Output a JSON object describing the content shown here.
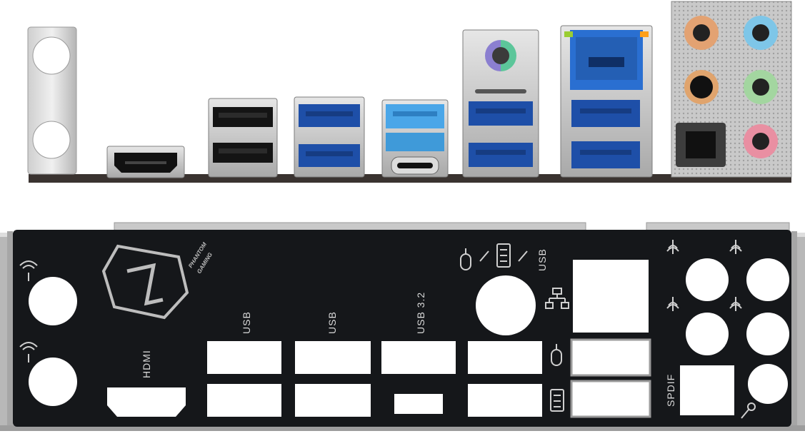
{
  "labels": {
    "hdmi": "HDMI",
    "usb_1": "USB",
    "usb_2": "USB",
    "usb_32": "USB 3.2",
    "usb_top": "USB",
    "spdif": "SPDIF"
  },
  "brand": {
    "line1": "PHANTOM",
    "line2": "GAMING"
  },
  "colors": {
    "usb3_blue": "#1e4fa8",
    "usb32_light_blue": "#4aa6e8",
    "ps2_purple": "#8b7fd0",
    "ps2_green": "#5cc69a",
    "ethernet_blue": "#2a6fd1",
    "audio_orange": "#e3a272",
    "audio_blue": "#7ec6e8",
    "audio_green": "#a3d6a0",
    "audio_pink": "#e98fa2",
    "shield_black": "#15171a",
    "metal": "#c8c8c8"
  },
  "icons": [
    "wifi-antenna-icon",
    "mouse-icon",
    "keyboard-icon",
    "network-icon",
    "audio-jack-icon",
    "microphone-icon",
    "phantom-gaming-logo"
  ]
}
